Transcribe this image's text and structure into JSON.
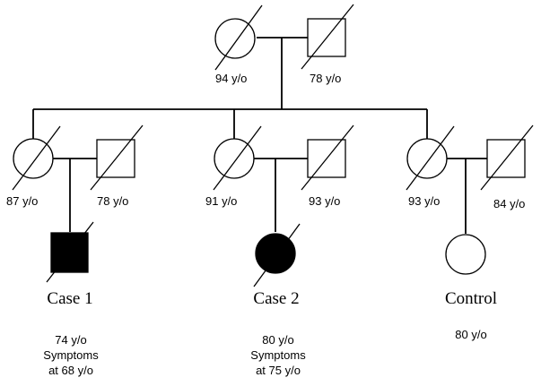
{
  "grandparents": {
    "female_age": "94 y/o",
    "male_age": "78 y/o"
  },
  "families": [
    {
      "mother_age": "87 y/o",
      "father_age": "78 y/o",
      "child_label": "Case 1",
      "child_details": [
        "74 y/o",
        "Symptoms",
        "at 68 y/o"
      ],
      "child_sex": "male",
      "child_affected": true
    },
    {
      "mother_age": "91 y/o",
      "father_age": "93 y/o",
      "child_label": "Case 2",
      "child_details": [
        "80 y/o",
        "Symptoms",
        "at 75 y/o"
      ],
      "child_sex": "female",
      "child_affected": true
    },
    {
      "mother_age": "93 y/o",
      "father_age": "84 y/o",
      "child_label": "Control",
      "child_details": [
        "80 y/o"
      ],
      "child_sex": "female",
      "child_affected": false
    }
  ],
  "colors": {
    "line": "#000000",
    "affected_fill": "#000000",
    "unaffected_fill": "#ffffff"
  }
}
